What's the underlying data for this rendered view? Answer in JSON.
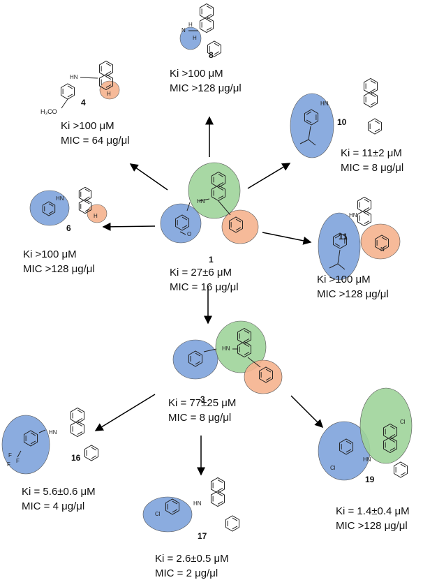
{
  "compounds": [
    {
      "id": "1",
      "ki": "Ki = 27±6 μM",
      "mic": "MIC = 16 μg/μl"
    },
    {
      "id": "3",
      "ki": "Ki = 77±25 μM",
      "mic": "MIC = 8 μg/μl"
    },
    {
      "id": "4",
      "ki": "Ki >100 μM",
      "mic": "MIC = 64 μg/μl",
      "substituent": "H₃CO"
    },
    {
      "id": "6",
      "ki": "Ki >100 μM",
      "mic": "MIC >128 μg/μl"
    },
    {
      "id": "8",
      "ki": "Ki >100 μM",
      "mic": "MIC >128 μg/μl"
    },
    {
      "id": "10",
      "ki": "Ki = 11±2 μM",
      "mic": "MIC = 8 μg/μl"
    },
    {
      "id": "11",
      "ki": "Ki >100 μM",
      "mic": "MIC >128 μg/μl"
    },
    {
      "id": "16",
      "ki": "Ki = 5.6±0.6 μM",
      "mic": "MIC = 4 μg/μl"
    },
    {
      "id": "17",
      "ki": "Ki = 2.6±0.5 μM",
      "mic": "MIC = 2 μg/μl"
    },
    {
      "id": "19",
      "ki": "Ki = 1.4±0.4 μM",
      "mic": "MIC >128 μg/μl"
    }
  ],
  "colors": {
    "blue": "#7ea3dc",
    "green": "#9fd49a",
    "orange": "#f5b38e",
    "arrow": "#000000"
  }
}
